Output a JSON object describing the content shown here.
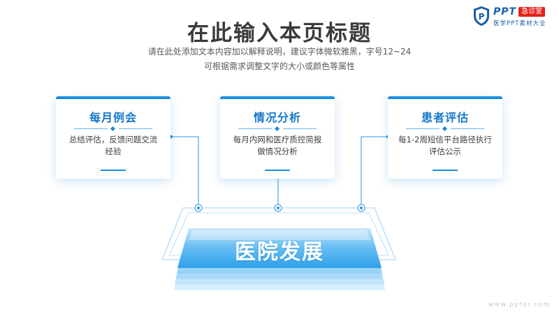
{
  "header": {
    "title": "在此输入本页标题",
    "subtitle_line1": "请在此处添加文本内容加以解释说明，建议字体微软雅黑，字号12~24",
    "subtitle_line2": "可根据需求调整文字的大小或颜色等属性"
  },
  "logo": {
    "brand": "PPT",
    "badge": "急诊室",
    "tagline": "医学PPT素材大全"
  },
  "cards": [
    {
      "title": "每月例会",
      "text": "总结评估，反馈问题交流经验"
    },
    {
      "title": "情况分析",
      "text": "每月内网和医疗质控简报做情况分析"
    },
    {
      "title": "患者评估",
      "text": "每1-2周短信平台路径执行评估公示"
    }
  ],
  "stage": {
    "label": "医院发展"
  },
  "footer": {
    "watermark": "www.ppter.com"
  },
  "colors": {
    "accent": "#1c8ddc",
    "title_blue": "#1577c9",
    "logo_red": "#e2231a"
  }
}
